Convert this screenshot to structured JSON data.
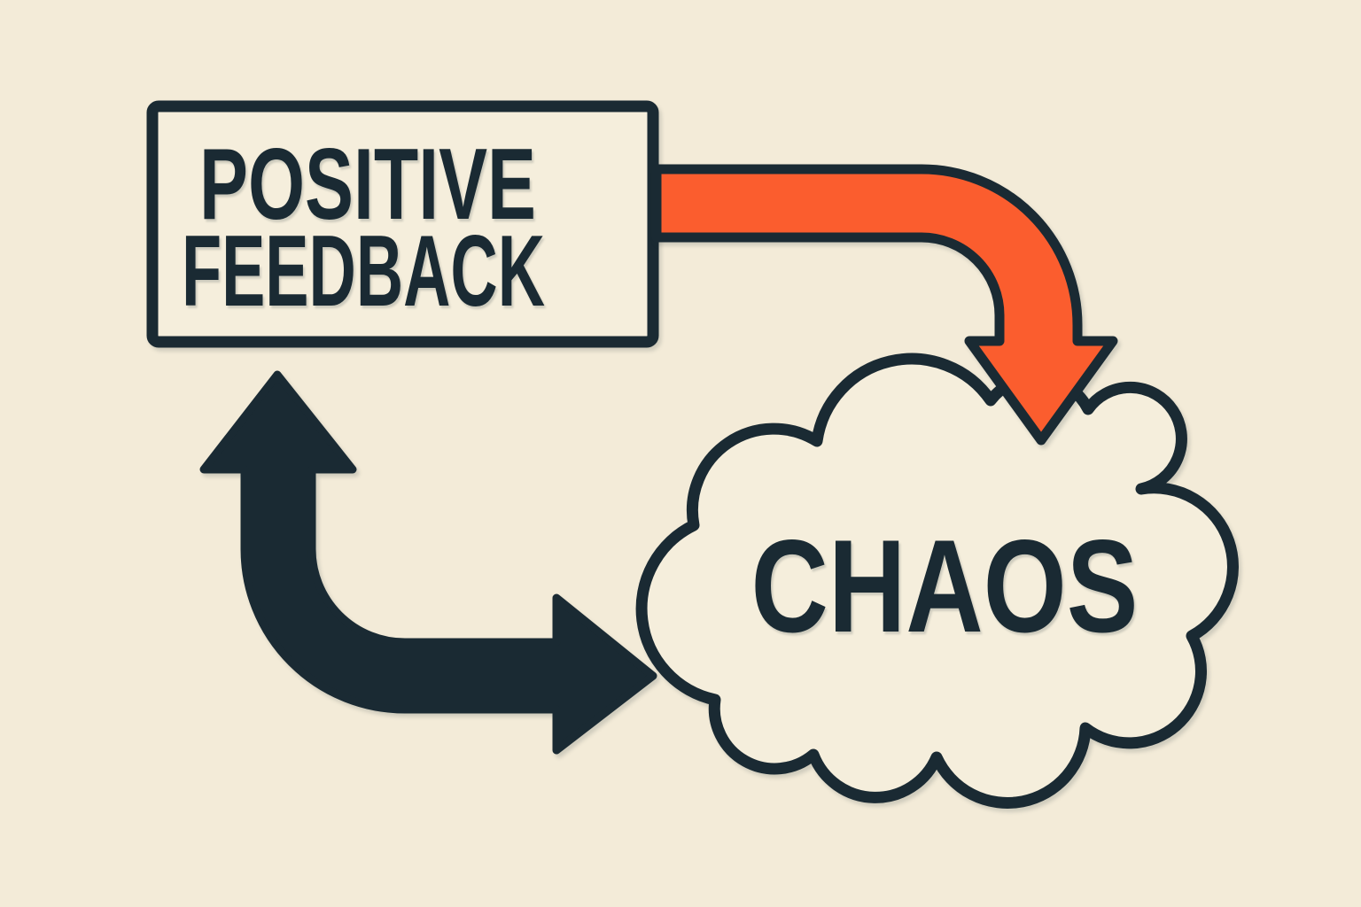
{
  "colors": {
    "background": "#f3ebd8",
    "surface": "#f5eedc",
    "ink": "#1a2a33",
    "accent": "#fb5d2e"
  },
  "diagram": {
    "box": {
      "line1": "POSITIVE",
      "line2": "FEEDBACK"
    },
    "cloud": {
      "label": "CHAOS"
    },
    "icons": {
      "forward_arrow": "orange-elbow-arrow-down-icon",
      "return_arrow": "dark-elbow-double-headed-arrow-icon"
    }
  }
}
